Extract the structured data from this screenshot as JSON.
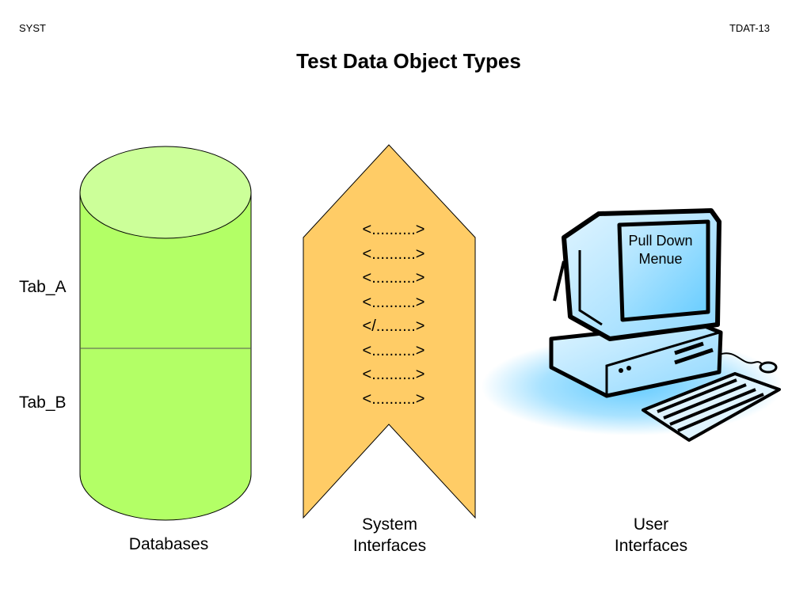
{
  "header": {
    "left": "SYST",
    "right": "TDAT-13",
    "title": "Test Data Object Types"
  },
  "databases": {
    "caption": "Databases",
    "tables": [
      "Tab_A",
      "Tab_B"
    ],
    "fill_color": "#b3ff66",
    "top_color": "#ccff99"
  },
  "system_interfaces": {
    "caption": "System\nInterfaces",
    "tags": [
      "<..........>",
      "<..........>",
      "<..........>",
      "<..........>",
      "</.........>",
      "<..........>",
      "<..........>",
      "<..........>"
    ],
    "fill_color": "#ffcc66"
  },
  "user_interfaces": {
    "caption": "User\nInterfaces",
    "screen_text": "Pull Down\nMenue",
    "screen_color": "#66ccff"
  }
}
